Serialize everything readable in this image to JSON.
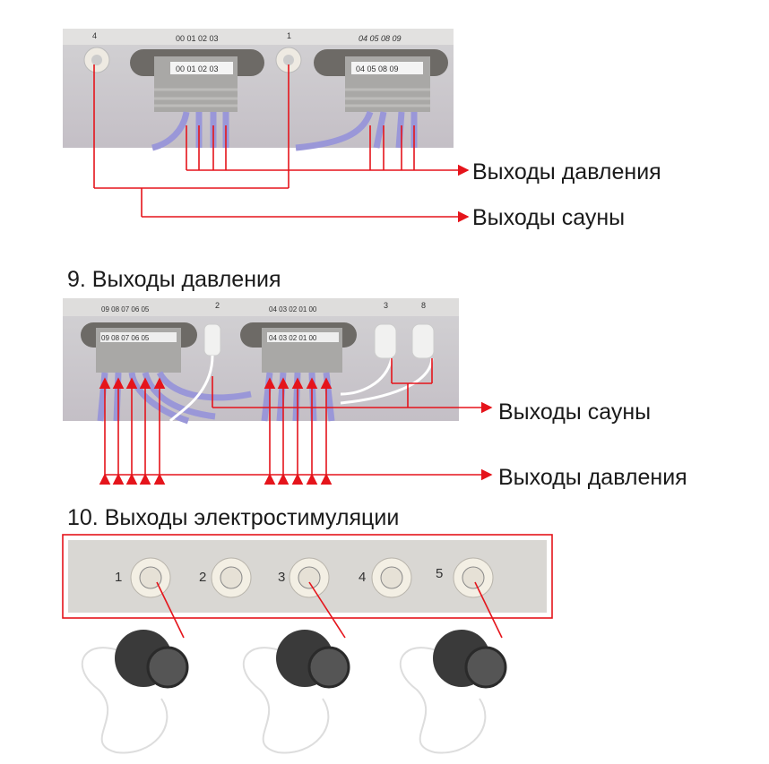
{
  "section_top": {
    "photo_labels": {
      "left_connector": "00 01 02 03",
      "right_connector": "04 05 08 09",
      "port_a": "4",
      "port_b": "1"
    },
    "callouts": {
      "pressure": "Выходы давления",
      "sauna": "Выходы сауны"
    }
  },
  "section_9": {
    "heading": "9. Выходы давления",
    "photo_labels": {
      "left_connector": "09 08 07 06 05",
      "right_connector": "04 03 02 01 00",
      "port_a": "2",
      "port_b": "3",
      "port_c": "8"
    },
    "callouts": {
      "sauna": "Выходы сауны",
      "pressure": "Выходы давления"
    }
  },
  "section_10": {
    "heading": "10. Выходы электростимуляции",
    "ports": [
      "1",
      "2",
      "3",
      "4",
      "5"
    ]
  },
  "colors": {
    "accent": "#e5141b",
    "cable": "#9a97d8",
    "panel": "#d8d6d4"
  }
}
